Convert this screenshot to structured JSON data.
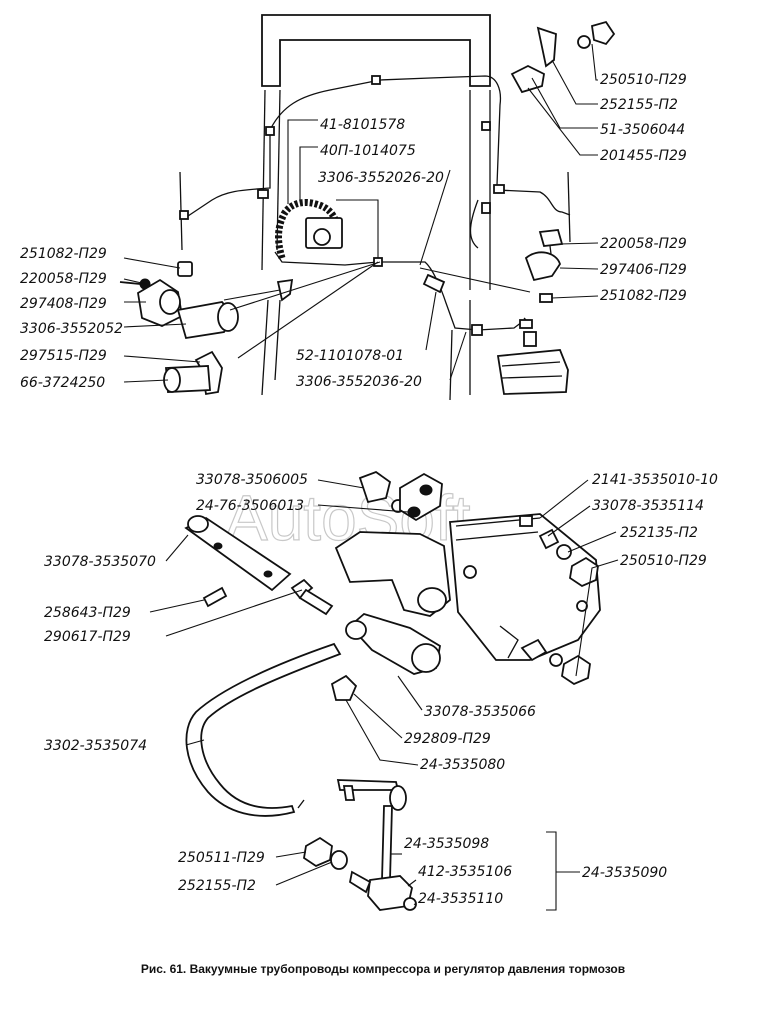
{
  "top_labels": [
    "41-8101578",
    "40П-1014075",
    "3306-3552026-20",
    "251082-П29",
    "220058-П29",
    "297408-П29",
    "3306-3552052",
    "297515-П29",
    "66-3724250",
    "52-1101078-01",
    "3306-3552036-20",
    "250510-П29",
    "252155-П2",
    "51-3506044",
    "201455-П29",
    "220058-П29",
    "297406-П29",
    "251082-П29"
  ],
  "bottom_labels": [
    "33078-3506005",
    "24-76-3506013",
    "33078-3535070",
    "258643-П29",
    "290617-П29",
    "3302-3535074",
    "2141-3535010-10",
    "33078-3535114",
    "252135-П2",
    "250510-П29",
    "33078-3535066",
    "292809-П29",
    "24-3535080",
    "24-3535098",
    "412-3535106",
    "24-3535110",
    "24-3535090",
    "250511-П29",
    "252155-П2"
  ],
  "watermark": "AutoSoft",
  "caption": "Рис. 61. Вакуумные трубопроводы компрессора и регулятор давления тормозов"
}
